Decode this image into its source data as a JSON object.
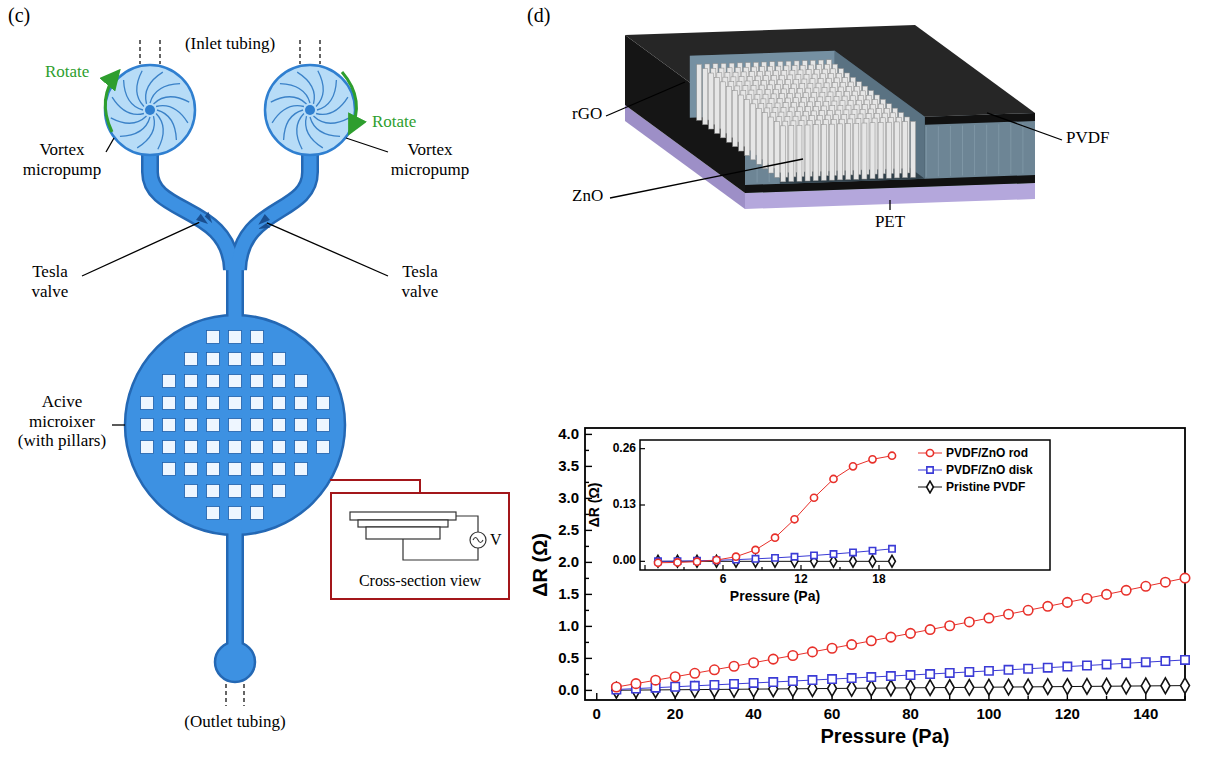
{
  "diagram": {
    "nodes": [
      {
        "text": [
          "Cross-section view"
        ]
      }
    ],
    "labels": [
      "(c)",
      "(d)",
      "(Inlet tubing)",
      "Rotate",
      "Rotate",
      "Vortex micropump",
      "Vortex micropump",
      "Tesla valve",
      "Tesla valve",
      "Acive microixer (with pillars)",
      "V",
      "(Outlet tubing)",
      "rGO",
      "ZnO",
      "PVDF",
      "PET",
      "0.0",
      "0.5",
      "1.0",
      "1.5",
      "2.0",
      "2.5",
      "3.0",
      "3.5",
      "4.0",
      "0",
      "20",
      "40",
      "60",
      "80",
      "100",
      "120",
      "140",
      "ΔR (Ω)",
      "Pressure (Pa)",
      "0.00",
      "0.13",
      "0.26",
      "6",
      "12",
      "18",
      "ΔR (Ω)",
      "Pressure (Pa)"
    ],
    "legend": [
      {
        "text": "PVDF/ZnO rod"
      },
      {
        "text": "PVDF/ZnO disk"
      },
      {
        "text": "Pristine PVDF"
      }
    ]
  }
}
